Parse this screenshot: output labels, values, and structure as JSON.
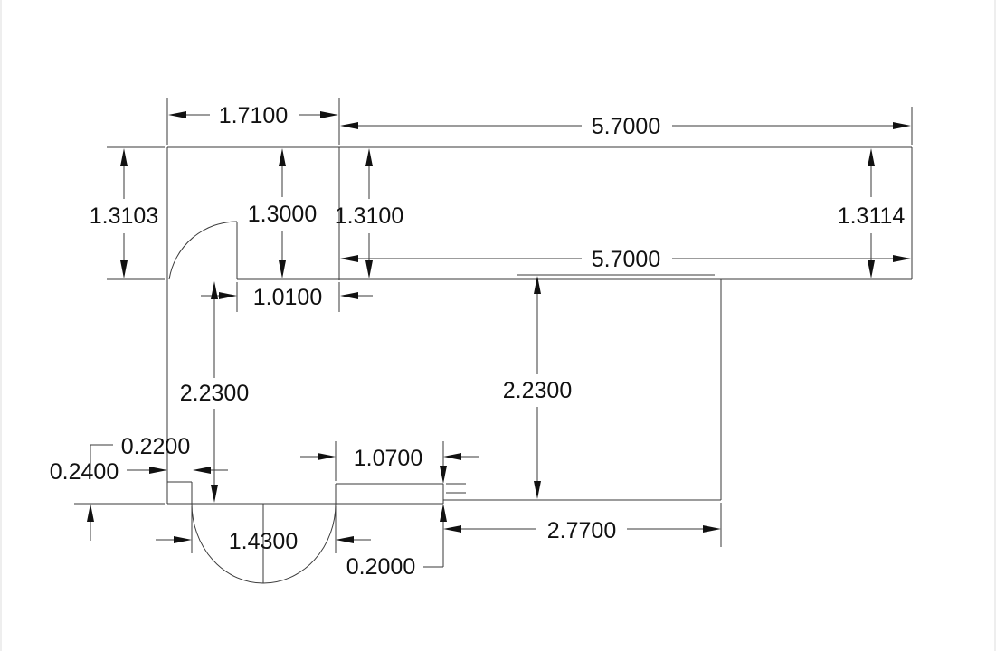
{
  "drawing": {
    "colors": {
      "line": "#3a3a3a",
      "text": "#111111",
      "background": "#ffffff"
    },
    "dimensions": {
      "top_left_width": "1.7100",
      "top_right_width": "5.7000",
      "mid_width": "5.7000",
      "left_room_height": "1.3103",
      "door_swing_height": "1.3000",
      "right_strip_left_height": "1.3100",
      "right_strip_right_height": "1.3114",
      "door_offset": "1.0100",
      "left_vertical": "2.2300",
      "right_vertical": "2.2300",
      "small_offset_a": "0.2200",
      "small_offset_b": "0.2400",
      "front_door_width": "1.4300",
      "wall_segment": "1.0700",
      "wall_gap": "0.2000",
      "bottom_right_width": "2.7700"
    }
  }
}
